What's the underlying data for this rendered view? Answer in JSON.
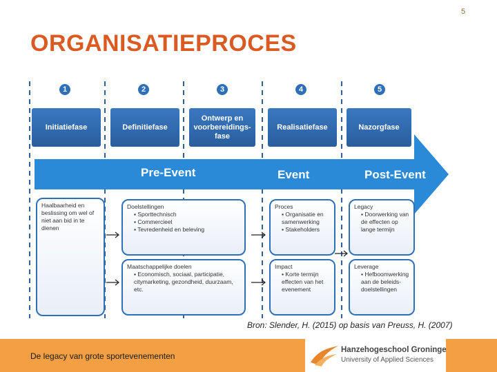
{
  "title": "ORGANISATIEPROCES",
  "numbers": [
    "1",
    "2",
    "3",
    "4",
    "5"
  ],
  "phases": [
    "Initiatiefase",
    "Definitiefase",
    "Ontwerp en voorbereidings-fase",
    "Realisatiefase",
    "Nazorgfase"
  ],
  "band": {
    "pre": "Pre-Event",
    "event": "Event",
    "post": "Post-Event"
  },
  "boxes": {
    "haalbaarheid": "Haalbaarheid en beslissing om wel of niet aan bid in te dienen",
    "doelstellingen": {
      "head": "Doelstellingen",
      "items": [
        "Sporttechnisch",
        "Commercieel",
        "Tevredenheid en beleving"
      ]
    },
    "maatschappelijk": {
      "head": "Maatschappelijke doelen",
      "items": [
        "Economisch, sociaal, participatie, citymarketing, gezondheid, duurzaam, etc."
      ]
    },
    "proces": {
      "head": "Proces",
      "items": [
        "Organisatie en samenwerking",
        "Stakeholders"
      ]
    },
    "legacy": {
      "head": "Legacy",
      "items": [
        "Doorwerking van de effecten op lange termijn"
      ]
    },
    "impact": {
      "head": "Impact",
      "items": [
        "Korte termijn effecten van het evenement"
      ]
    },
    "leverage": {
      "head": "Leverage",
      "items": [
        "Hefboomwerking aan de beleids-doelstellingen"
      ]
    }
  },
  "source": "Bron: Slender, H. (2015) op basis van Preuss, H. (2007)",
  "footer": {
    "text": "De legacy van grote sportevenementen",
    "logo_line1": "Hanzehogeschool Groningen",
    "logo_line2": "University of Applied Sciences",
    "page": "5"
  },
  "colors": {
    "title": "#d95b23",
    "blue": "#2f6fb7",
    "band": "#2b8ad8",
    "footer": "#f2a043"
  }
}
